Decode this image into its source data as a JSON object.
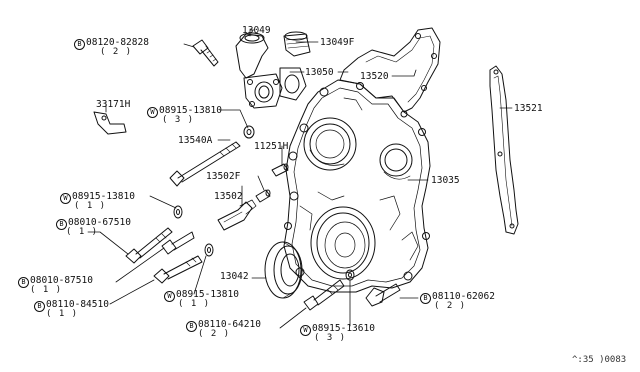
{
  "callouts": {
    "c13049": {
      "part": "13049"
    },
    "c13049f": {
      "part": "13049F"
    },
    "c08120": {
      "prefix": "B",
      "part": "08120-82828",
      "qty": "( 2 )"
    },
    "c13050": {
      "part": "13050"
    },
    "c13520": {
      "part": "13520"
    },
    "c13521": {
      "part": "13521"
    },
    "c33171h": {
      "part": "33171H"
    },
    "c08915a": {
      "prefix": "W",
      "part": "08915-13810",
      "qty": "( 3 )"
    },
    "c13540a": {
      "part": "13540A"
    },
    "c11251h": {
      "part": "11251H"
    },
    "c13502f": {
      "part": "13502F"
    },
    "c13502": {
      "part": "13502"
    },
    "c13035": {
      "part": "13035"
    },
    "c08915b": {
      "prefix": "W",
      "part": "08915-13810",
      "qty": "( 1 )"
    },
    "c08010a": {
      "prefix": "B",
      "part": "08010-67510",
      "qty": "( 1 )"
    },
    "c08010b": {
      "prefix": "B",
      "part": "08010-87510",
      "qty": "( 1 )"
    },
    "c13042": {
      "part": "13042"
    },
    "c08110a": {
      "prefix": "B",
      "part": "08110-84510",
      "qty": "( 1 )"
    },
    "c08915c": {
      "prefix": "W",
      "part": "08915-13810",
      "qty": "( 1 )"
    },
    "c08110b": {
      "prefix": "B",
      "part": "08110-62062",
      "qty": "( 2 )"
    },
    "c08110c": {
      "prefix": "B",
      "part": "08110-64210",
      "qty": "( 2 )"
    },
    "c08915d": {
      "prefix": "W",
      "part": "08915-13610",
      "qty": "( 3 )"
    }
  },
  "diagram_code": "^:35 )0083"
}
